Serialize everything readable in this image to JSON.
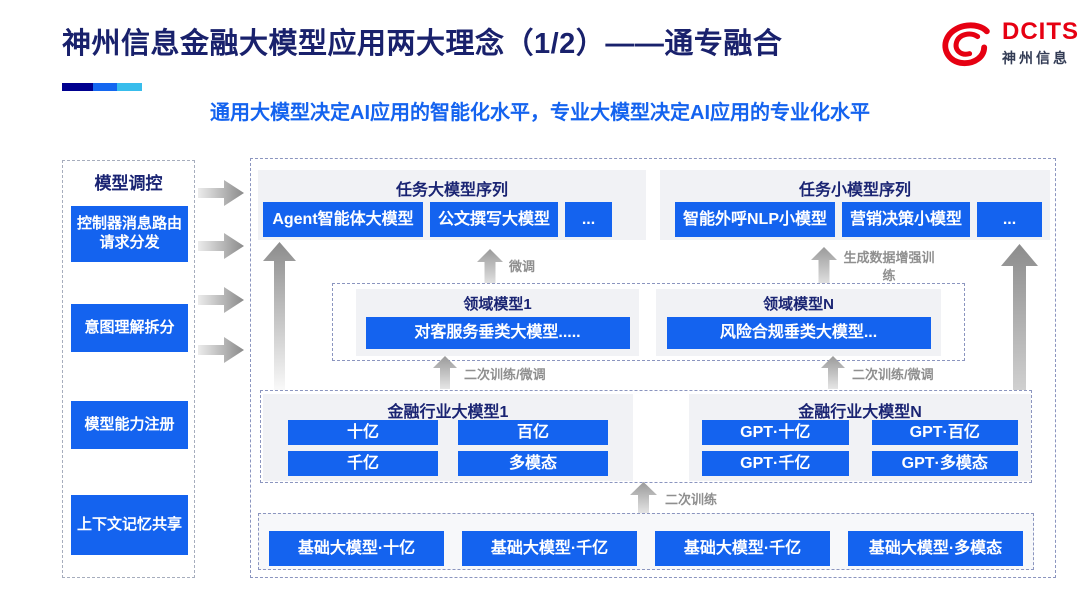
{
  "slide": {
    "title": "神州信息金融大模型应用两大理念（1/2）——通专融合",
    "subtitle": "通用大模型决定AI应用的智能化水平，专业大模型决定AI应用的专业化水平",
    "logo": {
      "brand": "DCITS",
      "brand_cn": "神州信息"
    }
  },
  "sidebar": {
    "title": "模型调控",
    "items": [
      {
        "label": "控制器消息路由请求分发"
      },
      {
        "label": "意图理解拆分"
      },
      {
        "label": "模型能力注册"
      },
      {
        "label": "上下文记忆共享"
      }
    ]
  },
  "top_sections": {
    "large": {
      "title": "任务大模型序列",
      "boxes": [
        "Agent智能体大模型",
        "公文撰写大模型",
        "..."
      ]
    },
    "small": {
      "title": "任务小模型序列",
      "boxes": [
        "智能外呼NLP小模型",
        "营销决策小模型",
        "..."
      ]
    }
  },
  "domain_section": {
    "left": {
      "title": "领域模型1",
      "box": "对客服务垂类大模型....."
    },
    "right": {
      "title": "领域模型N",
      "box": "风险合规垂类大模型..."
    }
  },
  "industry_section": {
    "left": {
      "title": "金融行业大模型1",
      "boxes": [
        "十亿",
        "百亿",
        "千亿",
        "多模态"
      ]
    },
    "right": {
      "title": "金融行业大模型N",
      "boxes": [
        "GPT·十亿",
        "GPT·百亿",
        "GPT·千亿",
        "GPT·多模态"
      ]
    }
  },
  "base_section": {
    "boxes": [
      "基础大模型·十亿",
      "基础大模型·千亿",
      "基础大模型·千亿",
      "基础大模型·多模态"
    ]
  },
  "flow_labels": {
    "finetune": "微调",
    "gen_data_train": "生成数据增强训练",
    "retrain_finetune_left": "二次训练/微调",
    "retrain_finetune_right": "二次训练/微调",
    "retrain": "二次训练"
  },
  "colors": {
    "accent_blue": "#1463EF",
    "title_navy": "#19216C",
    "logo_red": "#E60012",
    "label_gray": "#8F8F8F",
    "accent_bar": [
      "#00008F",
      "#1467F0",
      "#38BDEC"
    ]
  }
}
